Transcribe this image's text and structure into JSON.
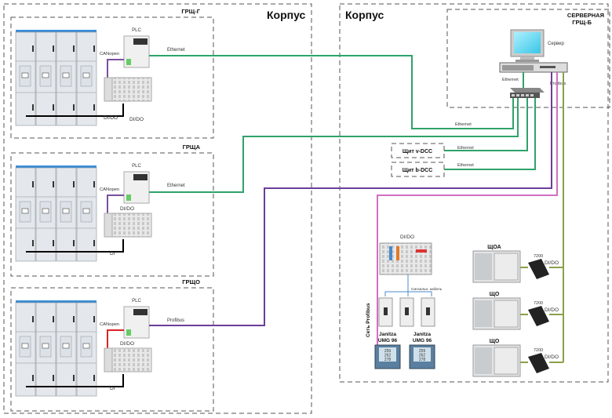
{
  "colors": {
    "ethernet": "#2ea36a",
    "profibus_dark": "#6a3d9a",
    "profibus_pink": "#d070c0",
    "canopen_purple": "#7a4fa0",
    "canopen_red": "#d22",
    "didov": "#8aa04a",
    "wire": "#000000"
  },
  "left_building": {
    "title": "Корпус",
    "panels": [
      {
        "name": "ГРЩ-Г",
        "plc_label": "PLC",
        "bus_label": "CANopen",
        "uplink_label": "Ethernet",
        "io_label": "DI/DO",
        "wire_label": "DI/DO"
      },
      {
        "name": "ГРЩА",
        "plc_label": "PLC",
        "bus_label": "CANopen",
        "uplink_label": "Ethernet",
        "io_label": "DI/DO",
        "wire_label": "DI"
      },
      {
        "name": "ГРЩО",
        "plc_label": "PLC",
        "bus_label": "CANopen",
        "uplink_label": "Profibus",
        "io_label": "DI/DO",
        "wire_label": "DI"
      }
    ]
  },
  "right_building": {
    "title": "Корпус",
    "server_room": {
      "title_line1": "СЕРВЕРНАЯ",
      "title_line2": "ГРЩ-Б",
      "server_label": "Сервер",
      "ethernet_label": "Ethernet",
      "profibus_label": "Profibus"
    },
    "ethernet_links": [
      "Ethernet",
      "Ethernet",
      "Ethernet"
    ],
    "dcc_boxes": [
      "Щит v-DCC",
      "Щит b-DCC"
    ],
    "io_module_label": "DI/DO",
    "signal_cable_label": "Сигнальн. кабель",
    "profibus_net_label": "Сеть Profibus",
    "meters": [
      {
        "line1": "Janitza",
        "line2": "UMG 96",
        "readings": [
          "259",
          "262",
          "278"
        ]
      },
      {
        "line1": "Janitza",
        "line2": "UMG 96",
        "readings": [
          "259",
          "262",
          "278"
        ]
      }
    ],
    "cabinets": [
      {
        "name": "ЩОА",
        "module": "7200",
        "io": "DI/DO"
      },
      {
        "name": "ЩО",
        "module": "7200",
        "io": "DI/DO"
      },
      {
        "name": "ЩО",
        "module": "7200",
        "io": "DI/DO"
      }
    ]
  }
}
